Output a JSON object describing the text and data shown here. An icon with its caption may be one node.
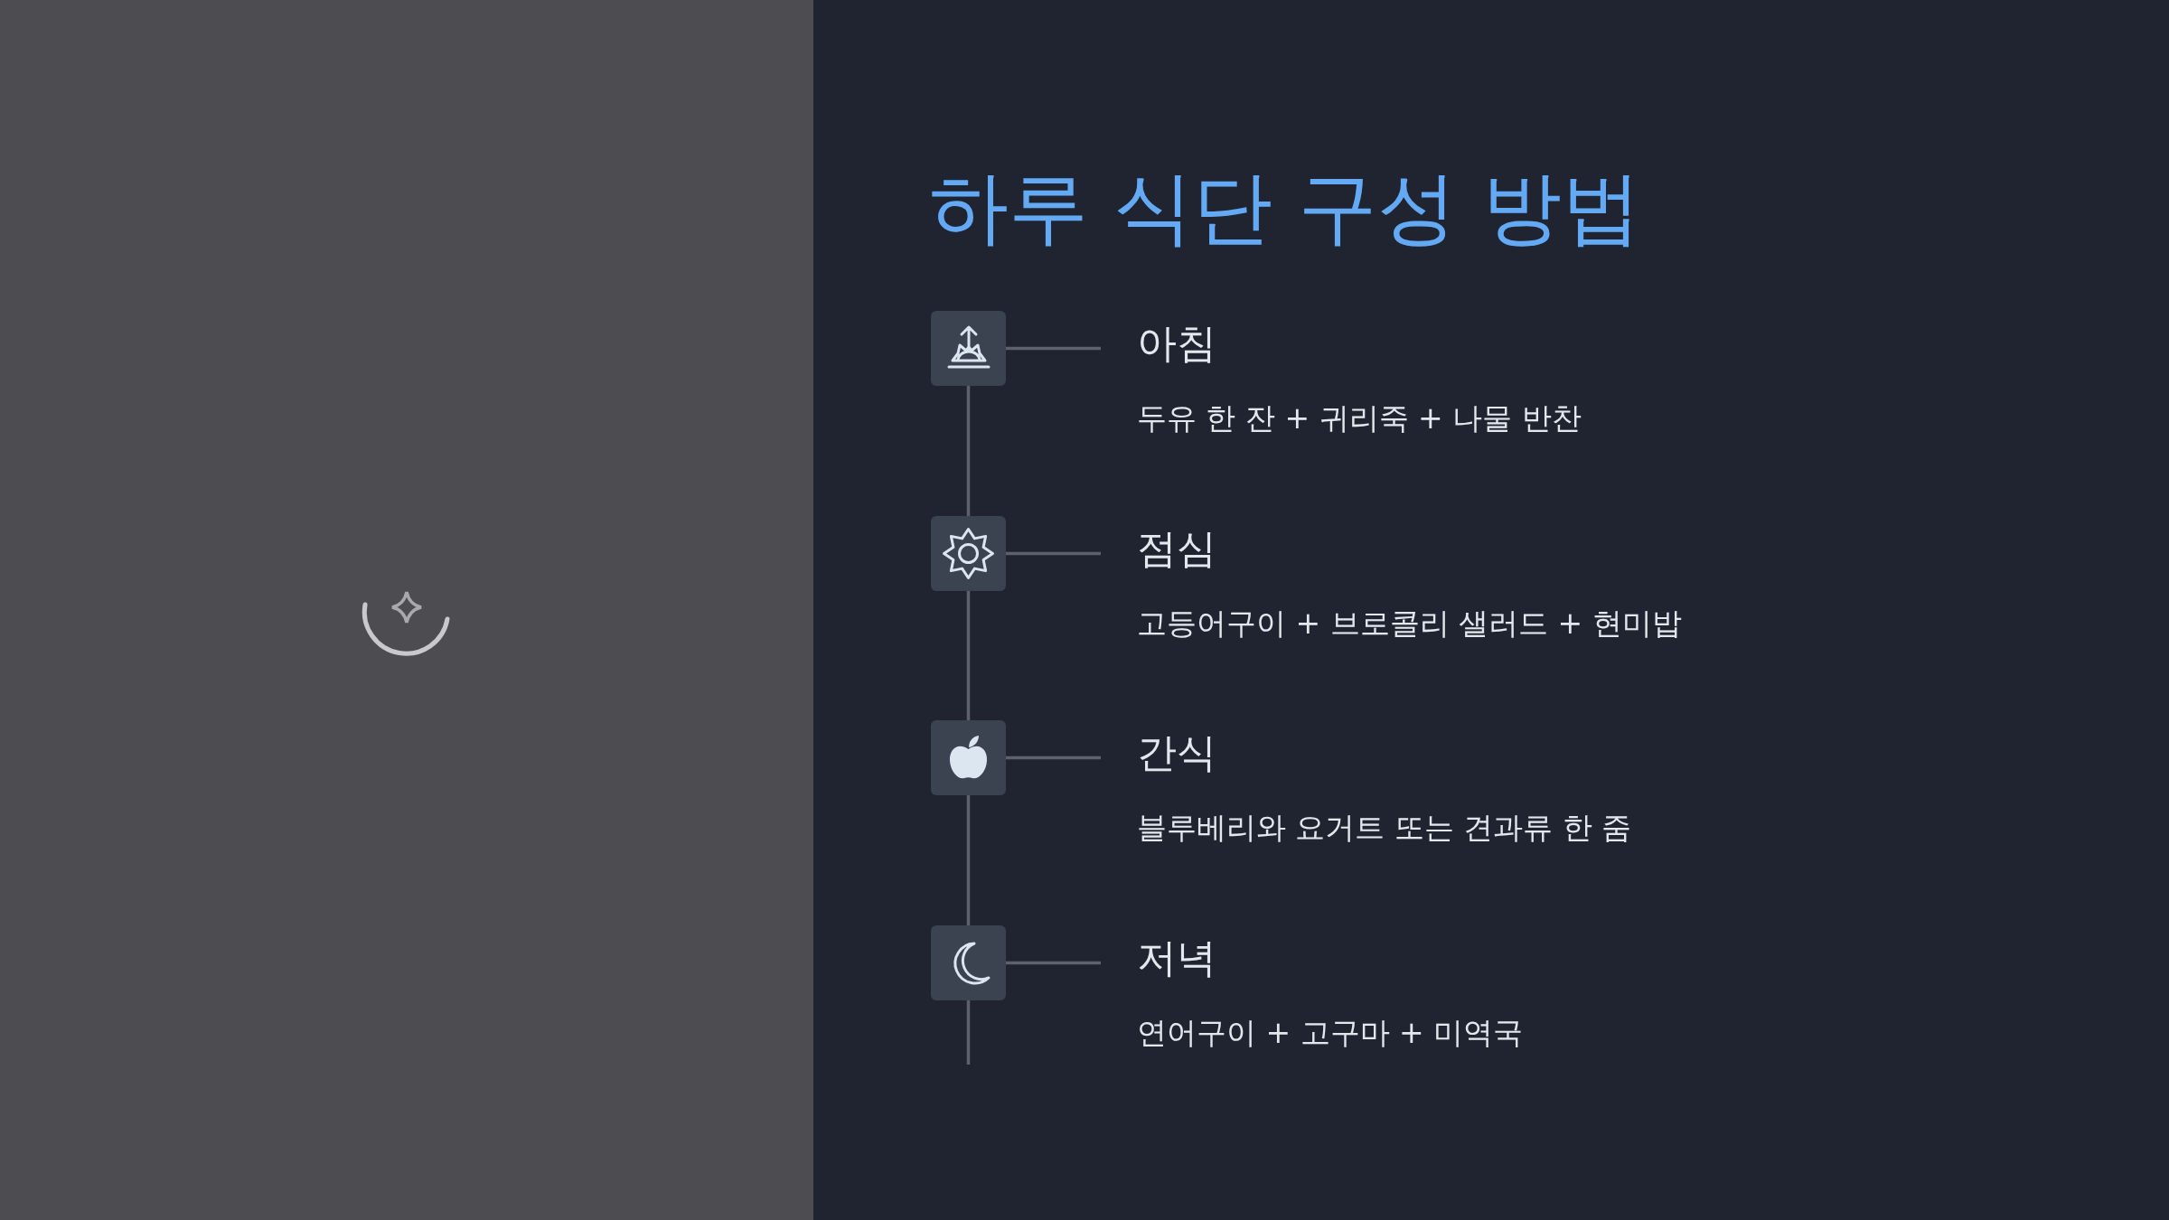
{
  "diagram": {
    "title": "하루 식단 구성 방법",
    "nodes": [
      {
        "text": [],
        "shape": "box"
      },
      {
        "text": [
          "아침",
          "두유 한 잔 + 귀리죽 + 나물 반찬"
        ]
      },
      {
        "text": [],
        "shape": "box"
      },
      {
        "text": [
          "점심",
          "고등어구이 + 브로콜리 샐러드 + 현미밥"
        ]
      },
      {
        "text": [],
        "shape": "box"
      },
      {
        "text": [
          "간식",
          "블루베리와 요거트 또는 견과류 한 줌"
        ]
      },
      {
        "text": [],
        "shape": "box"
      },
      {
        "text": [
          "저녁",
          "연어구이 + 고구마 + 미역국"
        ]
      }
    ],
    "edges": [
      {
        "from": 0,
        "to": 1,
        "arrow": "none"
      },
      {
        "from": 2,
        "to": 3,
        "arrow": "none"
      },
      {
        "from": 4,
        "to": 5,
        "arrow": "none"
      },
      {
        "from": 6,
        "to": 7,
        "arrow": "none"
      },
      {
        "from": 0,
        "to": 2,
        "arrow": "none"
      },
      {
        "from": 2,
        "to": 4,
        "arrow": "none"
      },
      {
        "from": 4,
        "to": 6,
        "arrow": "none"
      },
      {
        "from": 6,
        "to": null,
        "arrow": "none"
      }
    ]
  }
}
